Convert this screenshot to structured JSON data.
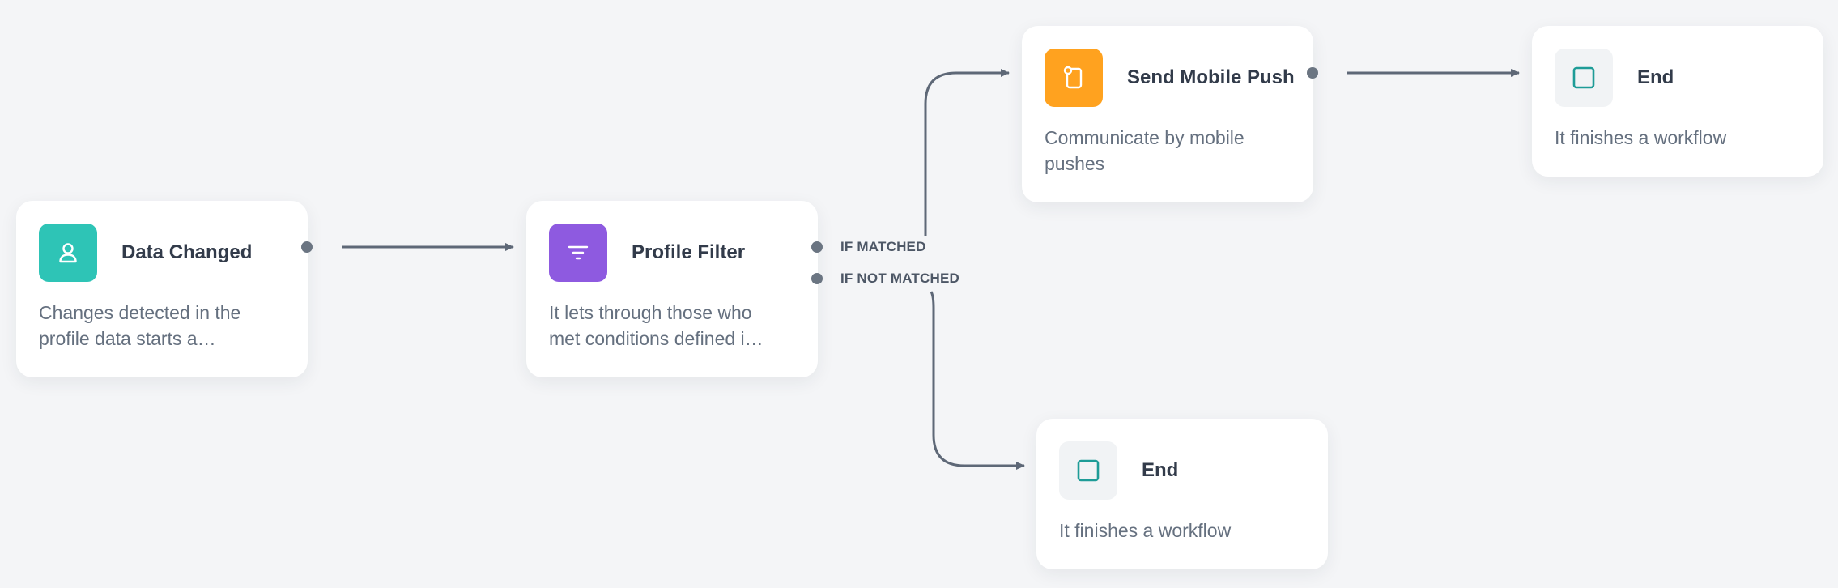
{
  "nodes": {
    "data_changed": {
      "title": "Data Changed",
      "description": "Changes detected in the\nprofile data starts a…",
      "icon": "user-icon",
      "color": "#2ec4b6"
    },
    "profile_filter": {
      "title": "Profile Filter",
      "description": "It lets through those who\nmet conditions defined i…",
      "icon": "filter-icon",
      "color": "#8e5ae0"
    },
    "send_mobile_push": {
      "title": "Send Mobile Push",
      "description": "Communicate by mobile\npushes",
      "icon": "mobile-push-icon",
      "color": "#ffa21f"
    },
    "end_top": {
      "title": "End",
      "description": "It finishes a workflow",
      "icon": "stop-square-icon",
      "color": "#f1f3f5"
    },
    "end_bottom": {
      "title": "End",
      "description": "It finishes a workflow",
      "icon": "stop-square-icon",
      "color": "#f1f3f5"
    }
  },
  "branches": {
    "matched": "IF MATCHED",
    "not_matched": "IF NOT MATCHED"
  },
  "colors": {
    "connector": "#5e6877",
    "canvas": "#f4f5f7",
    "end_icon_stroke": "#1e9c97"
  }
}
